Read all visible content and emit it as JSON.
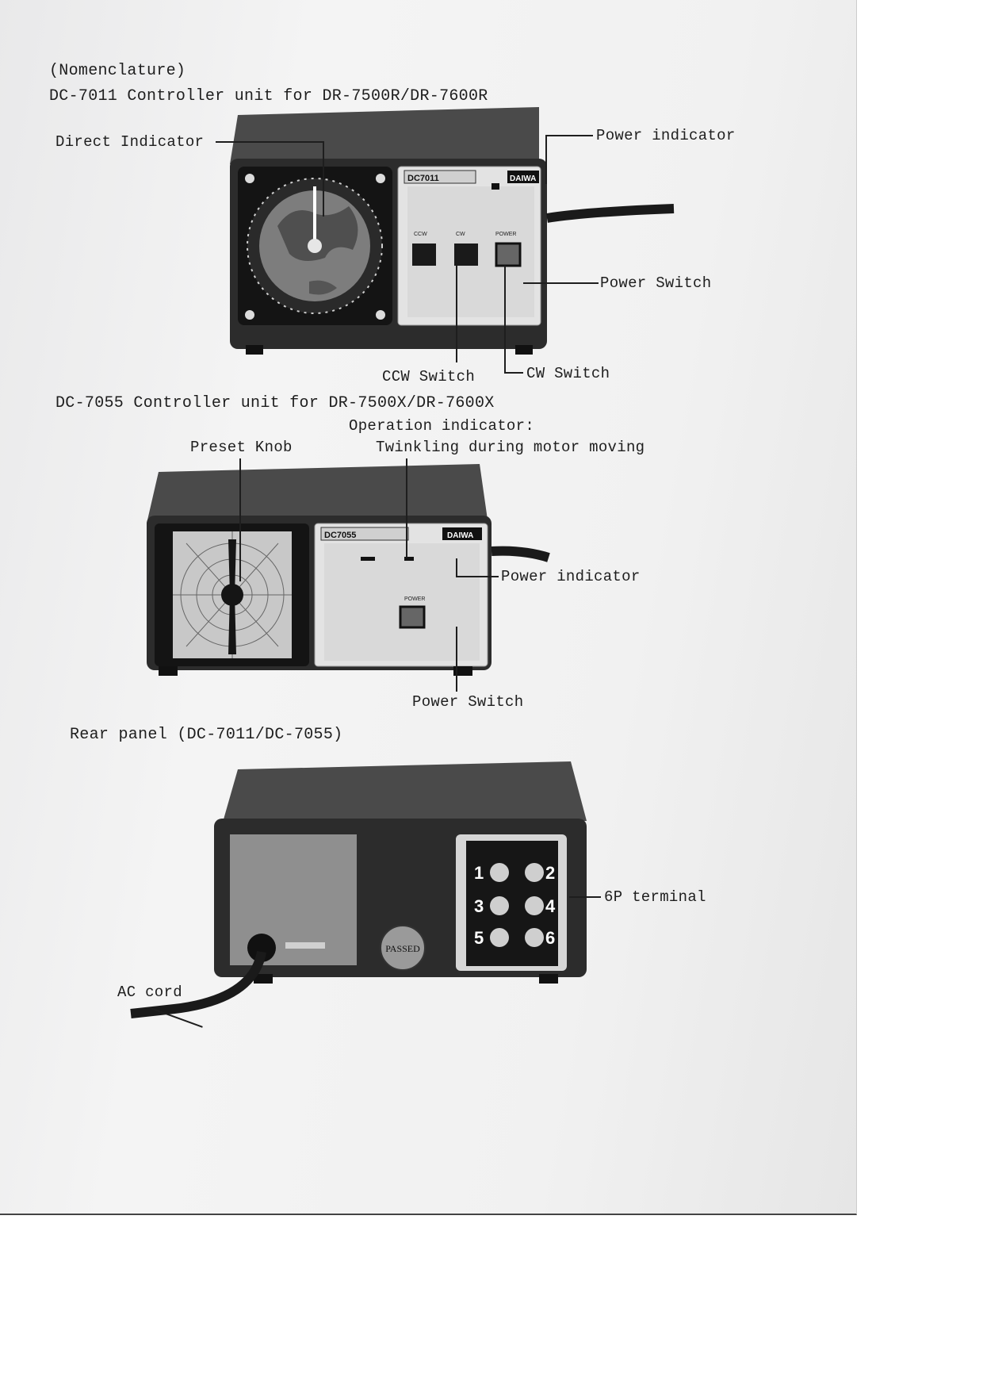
{
  "page": {
    "heading": "(Nomenclature)",
    "unit1": {
      "title": "DC-7011  Controller unit for DR-7500R/DR-7600R",
      "labels": {
        "direct_indicator": "Direct Indicator",
        "power_indicator": "Power indicator",
        "power_switch": "Power Switch",
        "ccw_switch": "CCW Switch",
        "cw_switch": "CW Switch"
      },
      "panel": {
        "model": "DC7011",
        "brand": "DAIWA",
        "ccw": "CCW",
        "cw": "CW",
        "power": "POWER"
      }
    },
    "unit2": {
      "title": "DC-7055  Controller unit for DR-7500X/DR-7600X",
      "labels": {
        "operation_indicator_1": "Operation indicator:",
        "operation_indicator_2": "Twinkling during motor moving",
        "preset_knob": "Preset Knob",
        "power_indicator": "Power indicator",
        "power_switch": "Power Switch"
      },
      "panel": {
        "model": "DC7055",
        "brand": "DAIWA",
        "power": "POWER"
      }
    },
    "rear": {
      "title": "Rear panel (DC-7011/DC-7055)",
      "labels": {
        "terminal": "6P terminal",
        "ac_cord": "AC cord"
      },
      "terminal_numbers": [
        "1",
        "2",
        "3",
        "4",
        "5",
        "6"
      ],
      "seal": "PASSED"
    }
  },
  "colors": {
    "paper": "#f2f2f2",
    "ink": "#1e1e1e",
    "case": "#3a3a3a",
    "panel": "#e6e6e6"
  }
}
